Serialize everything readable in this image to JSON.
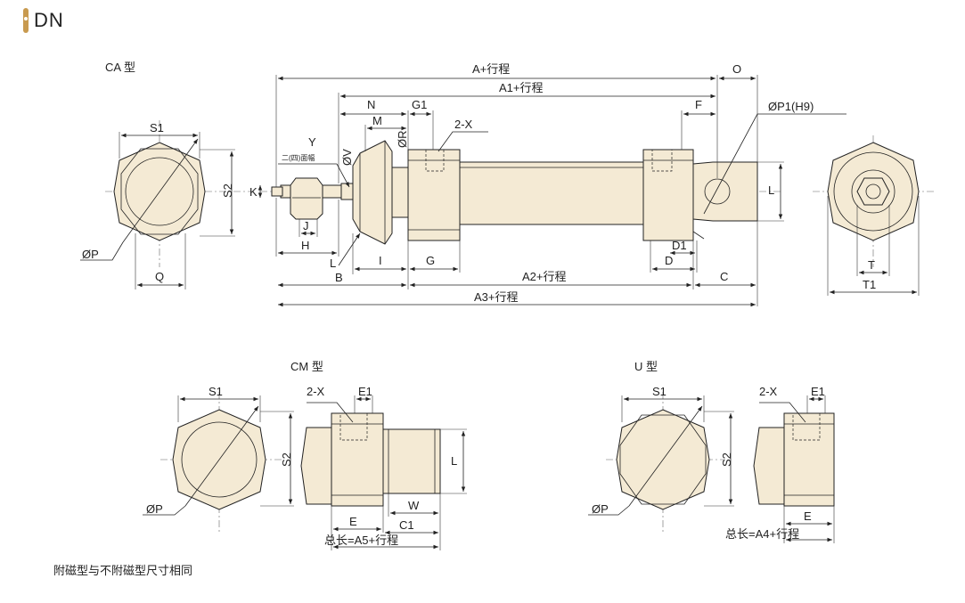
{
  "header": {
    "title": "DN",
    "accent_color": "#c89a4f"
  },
  "colors": {
    "part_fill": "#f4ead4",
    "line": "#222222"
  },
  "views": {
    "ca": {
      "label": "CA 型"
    },
    "cm": {
      "label": "CM 型"
    },
    "u": {
      "label": "U 型"
    }
  },
  "dims": {
    "a_stroke": "A+行程",
    "a1_stroke": "A1+行程",
    "a2_stroke": "A2+行程",
    "a3_stroke": "A3+行程",
    "a4_total": "总长=A4+行程",
    "a5_total": "总长=A5+行程",
    "o": "O",
    "n": "N",
    "g1": "G1",
    "m": "M",
    "x2": "2-X",
    "f": "F",
    "p1": "ØP1(H9)",
    "y": "Y",
    "flats": "二(四)面幅",
    "k": "K",
    "v": "ØV",
    "r": "ØR",
    "j": "J",
    "h": "H",
    "l": "L",
    "i": "I",
    "g": "G",
    "b": "B",
    "c": "C",
    "d": "D",
    "d1": "D1",
    "s1": "S1",
    "s2": "S2",
    "p": "ØP",
    "q": "Q",
    "t": "T",
    "t1": "T1",
    "e": "E",
    "e1": "E1",
    "w": "W",
    "c1": "C1"
  },
  "note": "附磁型与不附磁型尺寸相同"
}
